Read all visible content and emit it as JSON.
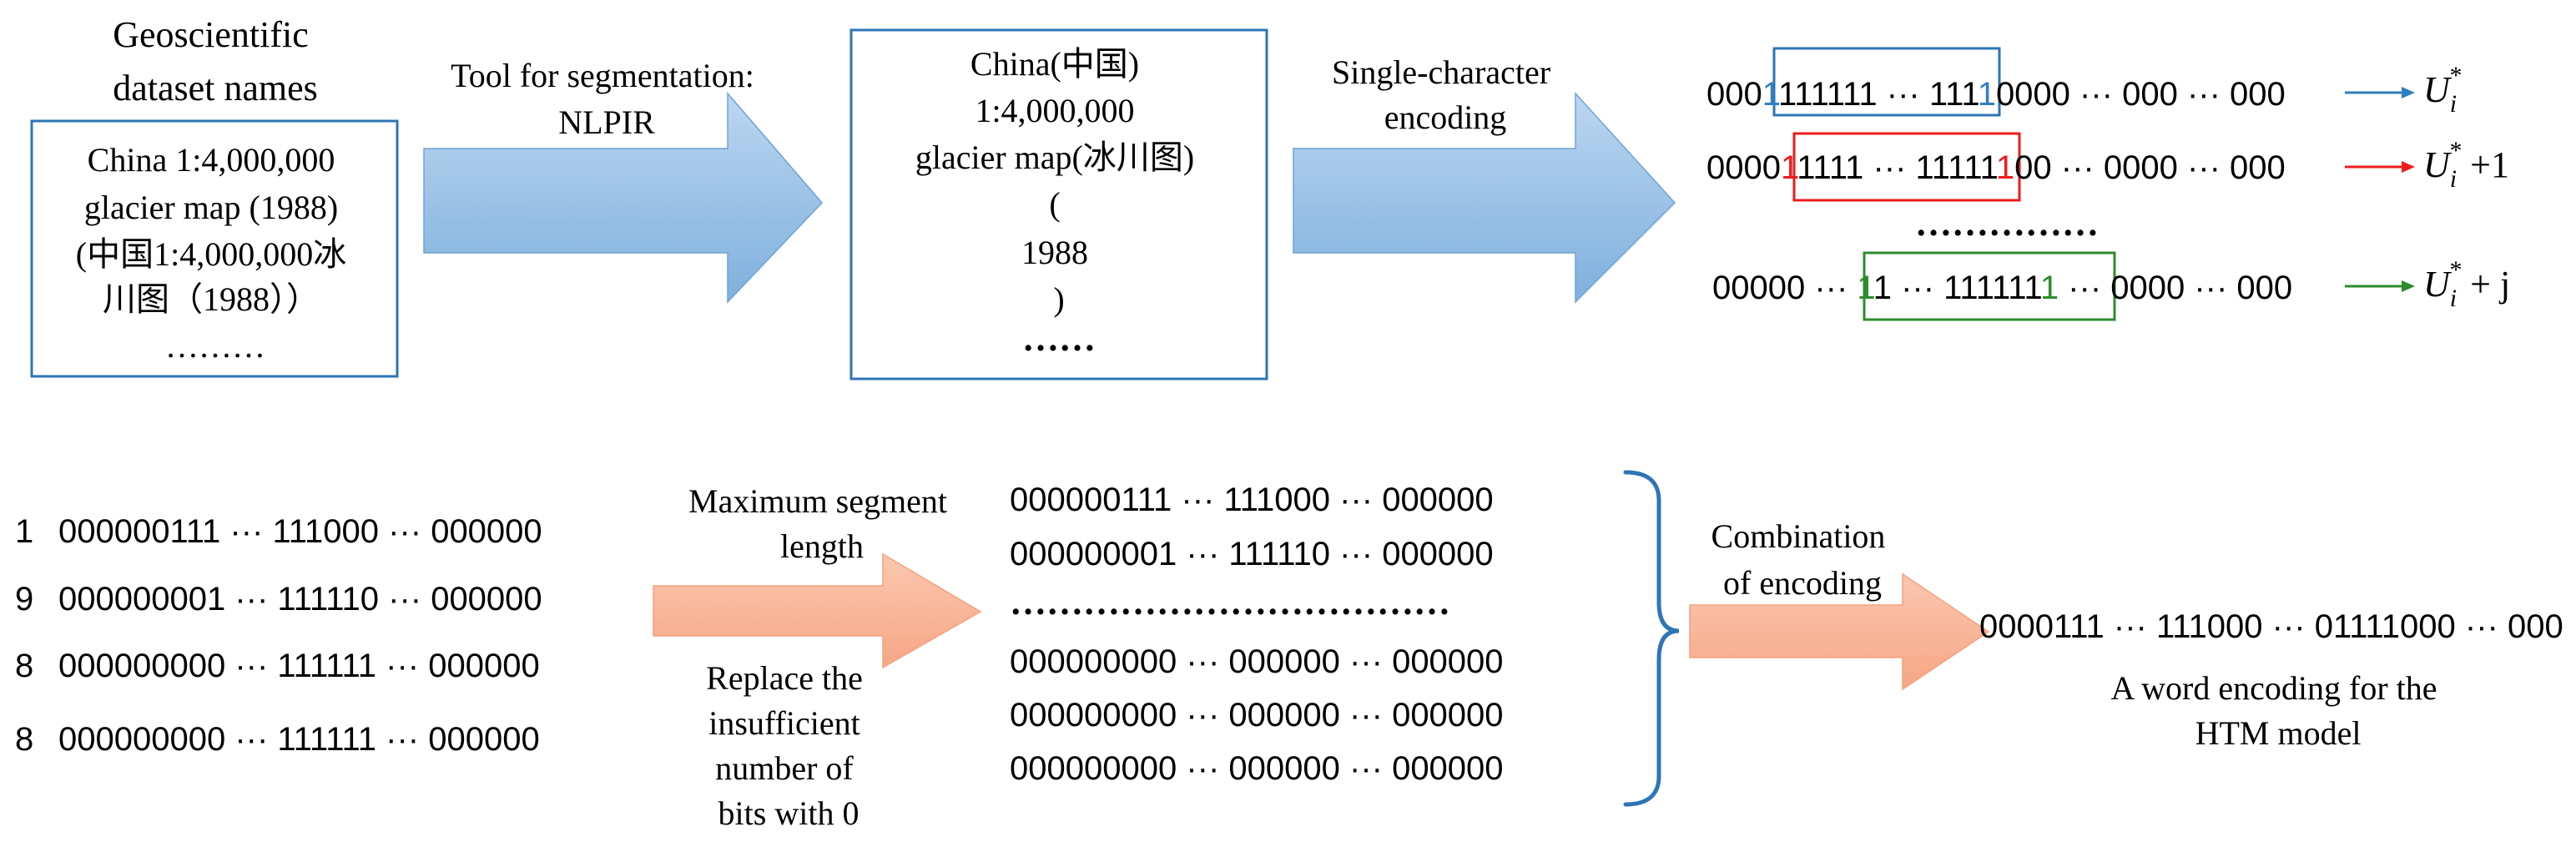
{
  "top_row": {
    "dataset_names": {
      "heading": [
        "Geoscientific",
        "dataset names"
      ],
      "box_lines": [
        "China 1:4,000,000",
        "glacier map (1988)",
        "(中国1:4,000,000冰",
        "川图（1988））",
        "………"
      ]
    },
    "segmentation": {
      "label": [
        "Tool for segmentation:",
        "NLPIR"
      ],
      "result_lines": [
        "China(中国)",
        "1:4,000,000",
        "glacier map(冰川图)",
        "(",
        "1988",
        ")",
        "……"
      ]
    },
    "encoding": {
      "label": [
        "Single-character",
        "encoding"
      ],
      "rows": [
        {
          "before": "000",
          "box_start": "1",
          "box_mid": "111111 ··· 111",
          "box_end": "1",
          "after": "0000 ··· 000 ··· 000",
          "target_base": "U",
          "target_sub": "i",
          "target_sup": "*",
          "target_suffix": "",
          "accent": "#2f7fc1"
        },
        {
          "before": "0000",
          "box_start": "1",
          "box_mid": "1111 ··· 11111",
          "box_end": "1",
          "after": "00 ··· 0000 ··· 000",
          "target_base": "U",
          "target_sub": "i",
          "target_sup": "*",
          "target_suffix": " +1",
          "accent": "#ee1c1c"
        },
        {
          "before": "00000 ··· ",
          "box_start": "1",
          "box_mid": "1 ··· 111111",
          "box_end": "1",
          "after": " ··· 0000 ··· 000",
          "target_base": "U",
          "target_sub": "i",
          "target_sup": "*",
          "target_suffix": " + j",
          "accent": "#2e8b2e"
        }
      ],
      "ellipsis": "……………"
    }
  },
  "bottom_row": {
    "input_rows": [
      {
        "length": "1",
        "code": "000000111 ··· 111000 ··· 000000"
      },
      {
        "length": "9",
        "code": "000000001 ··· 111110 ··· 000000"
      },
      {
        "length": "8",
        "code": "000000000 ··· 111111 ··· 000000"
      },
      {
        "length": "8",
        "code": "000000000 ··· 111111 ··· 000000"
      }
    ],
    "max_segment": {
      "label": [
        "Maximum segment",
        "length"
      ],
      "note": [
        "Replace the",
        "insufficient",
        "number of",
        "bits with 0"
      ]
    },
    "segment_codes": [
      "000000111 ··· 111000 ··· 000000",
      "000000001 ··· 111110 ··· 000000",
      "………………………………",
      "000000000 ··· 000000 ··· 000000",
      "000000000 ··· 000000 ··· 000000",
      "000000000 ··· 000000 ··· 000000"
    ],
    "combination": {
      "label": [
        "Combination",
        "of encoding"
      ]
    },
    "word_encoding": {
      "code": "0000111 ··· 111000 ··· 01111000 ··· 000",
      "caption": [
        "A word encoding for the",
        "HTM model"
      ]
    }
  },
  "colors": {
    "blue_box": "#2e75b6",
    "blue_arrow_fill": "#9dc3e6",
    "orange_arrow_fill": "#f8b196",
    "orange_arrow_stroke": "#f4a27f",
    "brace": "#2e75b6"
  }
}
